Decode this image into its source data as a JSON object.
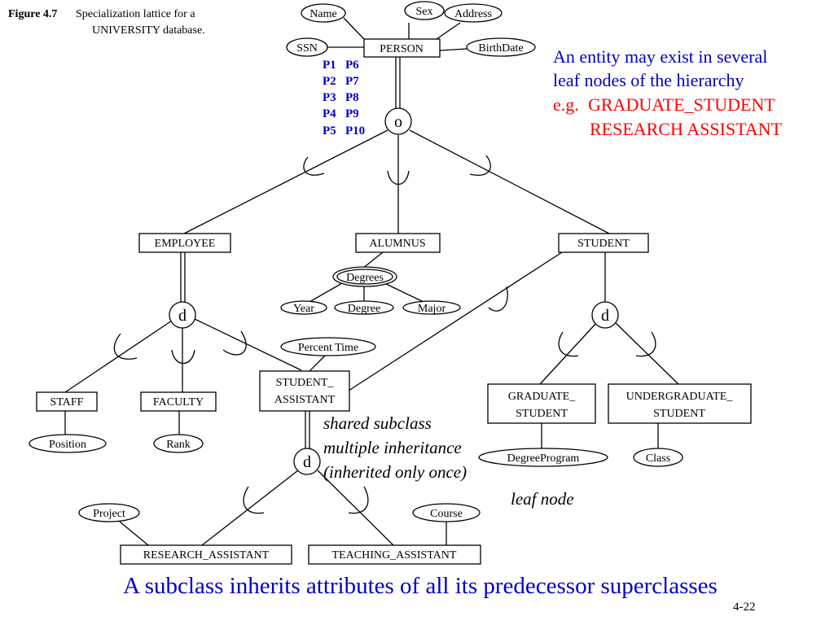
{
  "caption": {
    "figure": "Figure 4.7",
    "line1": "Specialization lattice for a",
    "line2": "UNIVERSITY database."
  },
  "entities": {
    "person": "PERSON",
    "employee": "EMPLOYEE",
    "alumnus": "ALUMNUS",
    "student": "STUDENT",
    "staff": "STAFF",
    "faculty": "FACULTY",
    "student_assistant": [
      "STUDENT_",
      "ASSISTANT"
    ],
    "graduate_student": [
      "GRADUATE_",
      "STUDENT"
    ],
    "undergraduate_student": [
      "UNDERGRADUATE_",
      "STUDENT"
    ],
    "research_assistant": "RESEARCH_ASSISTANT",
    "teaching_assistant": "TEACHING_ASSISTANT"
  },
  "attributes": {
    "name": "Name",
    "sex": "Sex",
    "address": "Address",
    "ssn": "SSN",
    "birthdate": "BirthDate",
    "degrees": "Degrees",
    "year": "Year",
    "degree": "Degree",
    "major": "Major",
    "percent_time": "Percent Time",
    "position": "Position",
    "rank": "Rank",
    "degree_program": "DegreeProgram",
    "class": "Class",
    "project": "Project",
    "course": "Course"
  },
  "specializations": {
    "person": "o",
    "employee": "d",
    "student": "d",
    "student_assistant": "d"
  },
  "predicates": [
    [
      "P1",
      "P6"
    ],
    [
      "P2",
      "P7"
    ],
    [
      "P3",
      "P8"
    ],
    [
      "P4",
      "P9"
    ],
    [
      "P5",
      "P10"
    ]
  ],
  "side_note": {
    "line1": "An entity may exist in several",
    "line2": "leaf nodes of the hierarchy",
    "eg_prefix": "e.g.",
    "eg_line1": "GRADUATE_STUDENT",
    "eg_line2": "RESEARCH ASSISTANT"
  },
  "annotations": {
    "shared": "shared subclass",
    "multiple": "multiple inheritance",
    "once": "(inherited only once)",
    "leaf": "leaf node"
  },
  "bottom_title": "A subclass inherits attributes of all its predecessor superclasses",
  "page_number": "4-22",
  "colors": {
    "blue": "#0000cc",
    "red": "#ff0000"
  }
}
